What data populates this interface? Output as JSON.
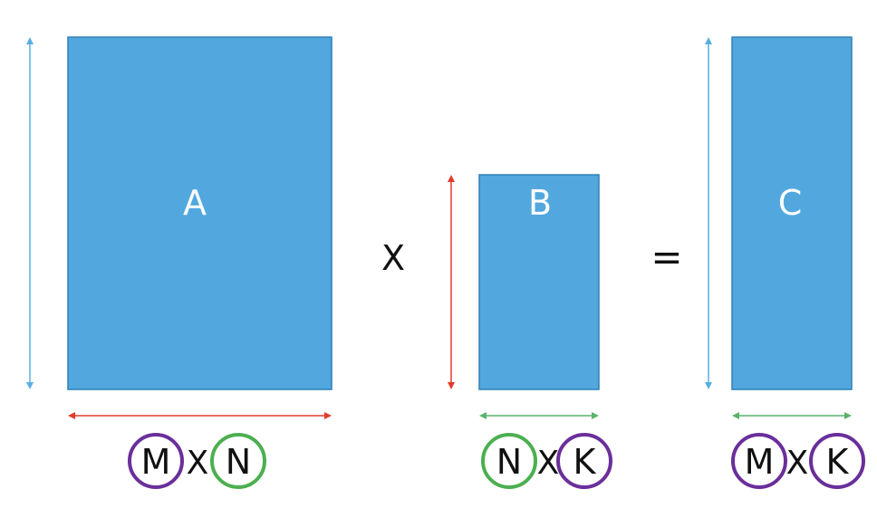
{
  "matrices": {
    "a": {
      "label": "A",
      "dims": [
        "M",
        "N"
      ],
      "separator": "X"
    },
    "b": {
      "label": "B",
      "dims": [
        "N",
        "K"
      ],
      "separator": "X"
    },
    "c": {
      "label": "C",
      "dims": [
        "M",
        "K"
      ],
      "separator": "X"
    }
  },
  "operators": {
    "multiply": "X",
    "equals": "="
  },
  "colors": {
    "matrix_fill": "#52a8de",
    "matrix_stroke": "#2e7fb6",
    "label_text": "#ffffff",
    "arrow_blue": "#5aaee0",
    "arrow_red": "#e23b2b",
    "arrow_green": "#5bb26a",
    "circle_purple": "#6a2f9a",
    "circle_green": "#4caf50",
    "text_dark": "#111111"
  }
}
